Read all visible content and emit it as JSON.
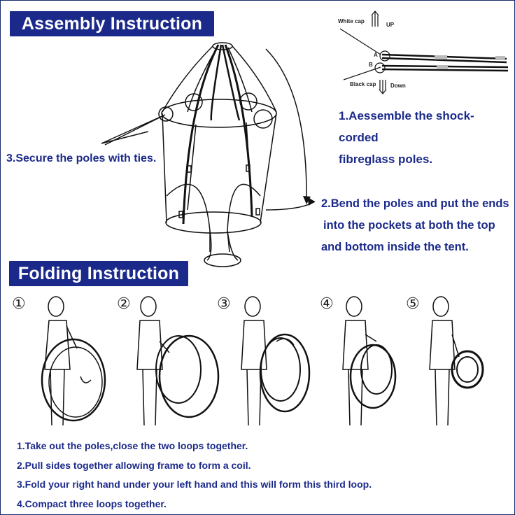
{
  "assembly": {
    "title": "Assembly Instruction",
    "step1_line1": "1.Aessemble the shock-corded",
    "step1_line2": "fibreglass poles.",
    "step2_line1": "2.Bend the poles and put the ends",
    "step2_line2": "into the pockets at both the top",
    "step2_line3": "and bottom inside the tent.",
    "step3": "3.Secure the poles with ties.",
    "diagram_labels": {
      "white_cap": "White cap",
      "up": "UP",
      "black_cap": "Black cap",
      "down": "Down",
      "a": "A",
      "b": "B"
    }
  },
  "folding": {
    "title": "Folding Instruction",
    "markers": [
      "①",
      "②",
      "③",
      "④",
      "⑤"
    ],
    "steps": [
      "1.Take out the poles,close the two loops together.",
      "2.Pull sides together allowing frame to form a coil.",
      "3.Fold your right hand under your left hand and this will form this third loop.",
      "4.Compact three loops together."
    ]
  }
}
